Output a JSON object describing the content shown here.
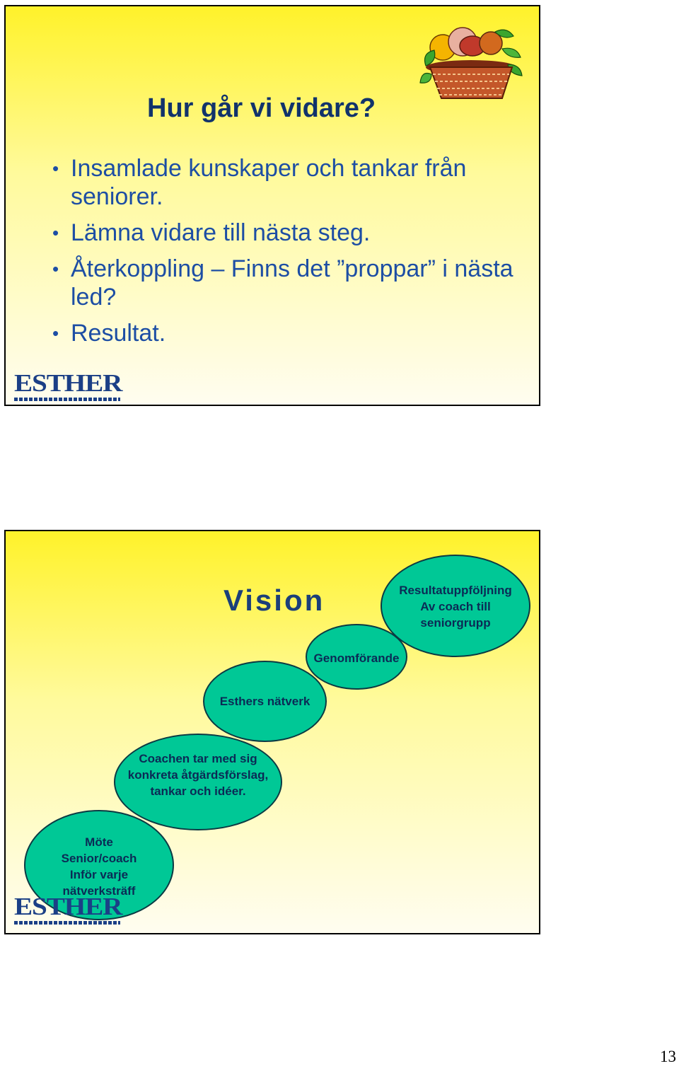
{
  "slide1": {
    "title": "Hur går vi vidare?",
    "bullets": [
      "Insamlade kunskaper och tankar från seniorer.",
      "Lämna vidare till nästa steg.",
      "Återkoppling – Finns det ”proppar” i nästa led?",
      "Resultat."
    ],
    "bullet_glyph": "•",
    "logo": "ESTHER",
    "image_icon": "fruit-basket-icon"
  },
  "slide2": {
    "title": "Vision",
    "ovals": {
      "result": "Resultatuppföljning\nAv coach till\nseniorgrupp",
      "genom": "Genomförande",
      "esthers": "Esthers nätverk",
      "coachen": "Coachen tar med sig\nkonkreta åtgärdsförslag,\ntankar och idéer.",
      "mote": "Möte\nSenior/coach\nInför varje\nnätverksträff"
    },
    "logo": "ESTHER"
  },
  "colors": {
    "title": "#11336b",
    "bullet_text": "#1d4ea4",
    "oval_fill": "#00c896",
    "slide_gradient_top": "#fff22a",
    "slide_gradient_bottom": "#fffdf0"
  },
  "page_number": "13"
}
